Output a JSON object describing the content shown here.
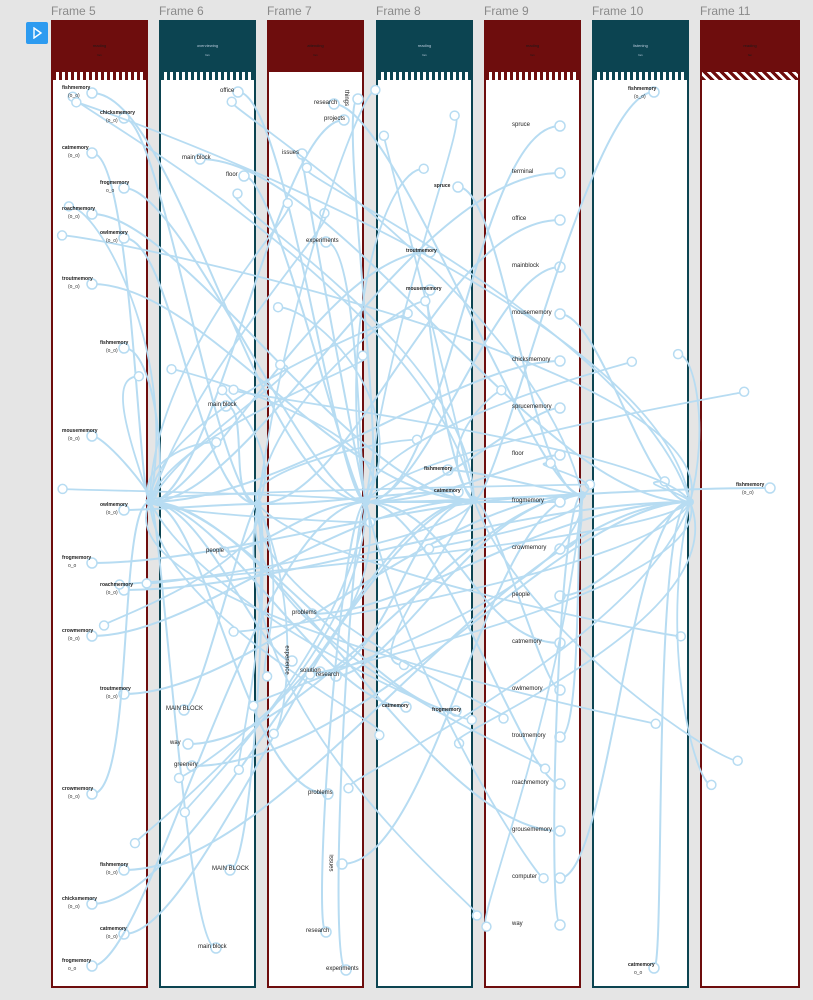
{
  "colors": {
    "canvas": "#e5e5e5",
    "dark_red": "#6e0d0d",
    "dark_teal": "#0c4451",
    "wire": "#b7dcf2",
    "play_button": "#2d9bf0"
  },
  "frames": [
    {
      "title": "Frame 5",
      "color": "dark_red",
      "header_label": "reading",
      "header_sub": "fan"
    },
    {
      "title": "Frame 6",
      "color": "dark_teal",
      "header_label": "overviewing",
      "header_sub": "fan"
    },
    {
      "title": "Frame 7",
      "color": "dark_red",
      "header_label": "attending",
      "header_sub": "fan"
    },
    {
      "title": "Frame 8",
      "color": "dark_teal",
      "header_label": "reading",
      "header_sub": "fan"
    },
    {
      "title": "Frame 9",
      "color": "dark_red",
      "header_label": "reading",
      "header_sub": "fan"
    },
    {
      "title": "Frame 10",
      "color": "dark_teal",
      "header_label": "listening",
      "header_sub": "fan"
    },
    {
      "title": "Frame 11",
      "color": "dark_red",
      "header_label": "reading",
      "header_sub": "fan"
    }
  ],
  "frame5_nodes": [
    {
      "label": "fishmemory",
      "face": "(o_o)"
    },
    {
      "label": "chicksmemory",
      "face": "(o_o)"
    },
    {
      "label": "catmemory",
      "face": "(o_o)"
    },
    {
      "label": "frogmemory",
      "face": "o_o"
    },
    {
      "label": "roachmemory",
      "face": "(o_o)"
    },
    {
      "label": "owlmemory",
      "face": "(o_o)"
    },
    {
      "label": "troutmemory",
      "face": "(o_o)"
    },
    {
      "label": "fishmemory",
      "face": "(o_o)"
    },
    {
      "label": "mousememory",
      "face": "(o_o)"
    },
    {
      "label": "owlmemory",
      "face": "(o_o)"
    },
    {
      "label": "frogmemory",
      "face": "o_o"
    },
    {
      "label": "roachmemory",
      "face": "(o_o)"
    },
    {
      "label": "crowmemory",
      "face": "(o_o)"
    },
    {
      "label": "troutmemory",
      "face": "(o_o)"
    },
    {
      "label": "crowmemory",
      "face": "(o_o)"
    },
    {
      "label": "fishmemory",
      "face": "(o_o)"
    },
    {
      "label": "chicksmemory",
      "face": "(o_o)"
    },
    {
      "label": "catmemory",
      "face": "(o_o)"
    },
    {
      "label": "frogmemory",
      "face": "o_o"
    }
  ],
  "frame6_words": [
    "office",
    "main block",
    "floor",
    "people",
    "main block",
    "MAIN BLOCK",
    "greenery",
    "way",
    "main block",
    "MAIN BLOCK"
  ],
  "frame7_words": [
    "research",
    "projects",
    "things",
    "experiments",
    "issues",
    "problems",
    "experience",
    "solution",
    "research",
    "problems",
    "issues",
    "research",
    "experiments"
  ],
  "frame8_words": [
    "catmemory",
    "troutmemory",
    "mousememory",
    "catmemory",
    "frogmemory",
    "fishmemory",
    "spruce"
  ],
  "frame9_words": [
    "spruce",
    "terminal",
    "office",
    "mainblock",
    "mousememory",
    "chicksmemory",
    "sprucememory",
    "floor",
    "frogmemory",
    "crowmemory",
    "people",
    "catmemory",
    "owlmemory",
    "troutmemory",
    "roachmemory",
    "grousememory",
    "computer",
    "way"
  ],
  "frame10_nodes": [
    {
      "label": "fishmemory",
      "face": "(o_o)"
    },
    {
      "label": "catmemory",
      "face": "o_o"
    }
  ],
  "frame11_nodes": [
    {
      "label": "fishmemory",
      "face": "(o_o)"
    }
  ]
}
